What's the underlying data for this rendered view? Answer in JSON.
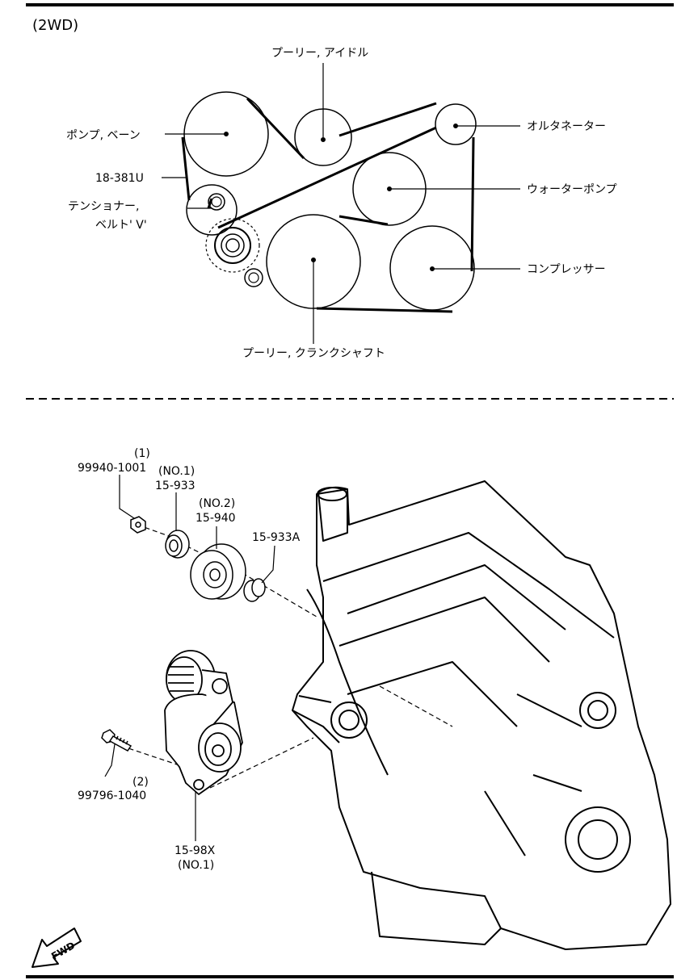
{
  "header": {
    "variant": "(2WD)"
  },
  "belt_diagram": {
    "labels": {
      "idle_pulley": "プーリー, アイドル",
      "vane_pump": "ポンプ, ベーン",
      "alternator": "オルタネーター",
      "belt_code": "18-381U",
      "water_pump": "ウォーターポンプ",
      "tensioner_line1": "テンショナー,",
      "tensioner_line2": "ベルト' V'",
      "compressor": "コンプレッサー",
      "crank_pulley": "プーリー, クランクシャフト"
    }
  },
  "parts_diagram": {
    "nut": {
      "qty": "(1)",
      "part": "99940-1001"
    },
    "dust_cover": {
      "qty": "(NO.1)",
      "part": "15-933"
    },
    "idler_pulley": {
      "qty": "(NO.2)",
      "part": "15-940"
    },
    "cap": {
      "part": "15-933A"
    },
    "bolt": {
      "part": "99796-1040",
      "qty": "(2)"
    },
    "tensioner": {
      "part": "15-98X",
      "qty": "(NO.1)"
    }
  },
  "fwd_arrow": {
    "text": "FWD"
  }
}
